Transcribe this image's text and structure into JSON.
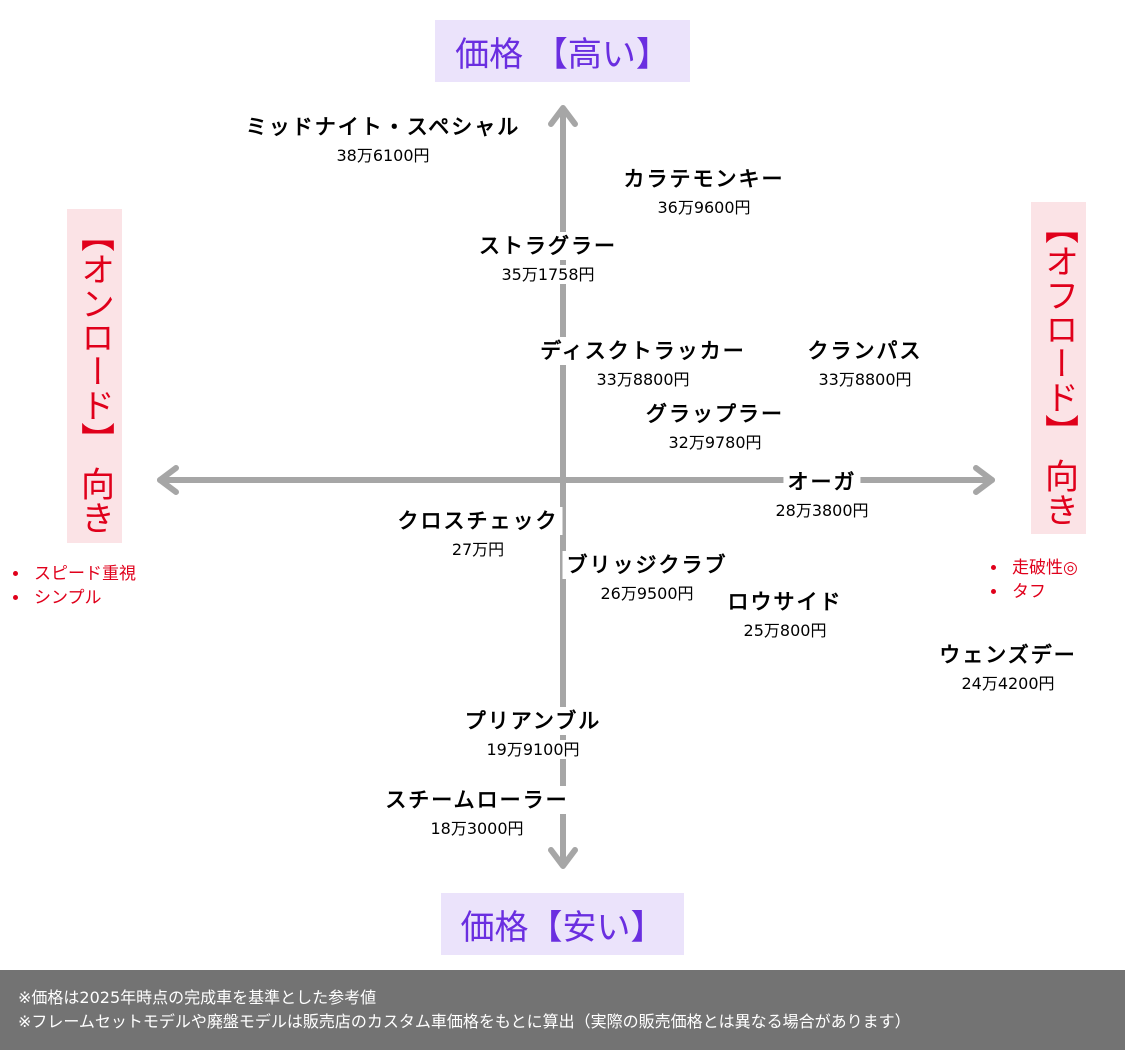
{
  "top_label": "価格 【高い】",
  "bottom_label": "価格【安い】",
  "left_label": "【オンロード】 向き",
  "right_label": "【オフロード】 向き",
  "left_points": [
    "スピード重視",
    "シンプル"
  ],
  "right_points": [
    "走破性◎",
    "タフ"
  ],
  "items": [
    {
      "name": "ミッドナイト・スペシャル",
      "price": "38万6100円"
    },
    {
      "name": "カラテモンキー",
      "price": "36万9600円"
    },
    {
      "name": "ストラグラー",
      "price": "35万1758円"
    },
    {
      "name": "ディスクトラッカー",
      "price": "33万8800円"
    },
    {
      "name": "クランパス",
      "price": "33万8800円"
    },
    {
      "name": "グラップラー",
      "price": "32万9780円"
    },
    {
      "name": "オーガ",
      "price": "28万3800円"
    },
    {
      "name": "クロスチェック",
      "price": "27万円"
    },
    {
      "name": "ブリッジクラブ",
      "price": "26万9500円"
    },
    {
      "name": "ロウサイド",
      "price": "25万800円"
    },
    {
      "name": "ウェンズデー",
      "price": "24万4200円"
    },
    {
      "name": "プリアンブル",
      "price": "19万9100円"
    },
    {
      "name": "スチームローラー",
      "price": "18万3000円"
    }
  ],
  "footer": [
    "※価格は2025年時点の完成車を基準とした参考値",
    "※フレームセットモデルや廃盤モデルは販売店のカスタム車価格をもとに算出（実際の販売価格とは異なる場合があります）"
  ]
}
